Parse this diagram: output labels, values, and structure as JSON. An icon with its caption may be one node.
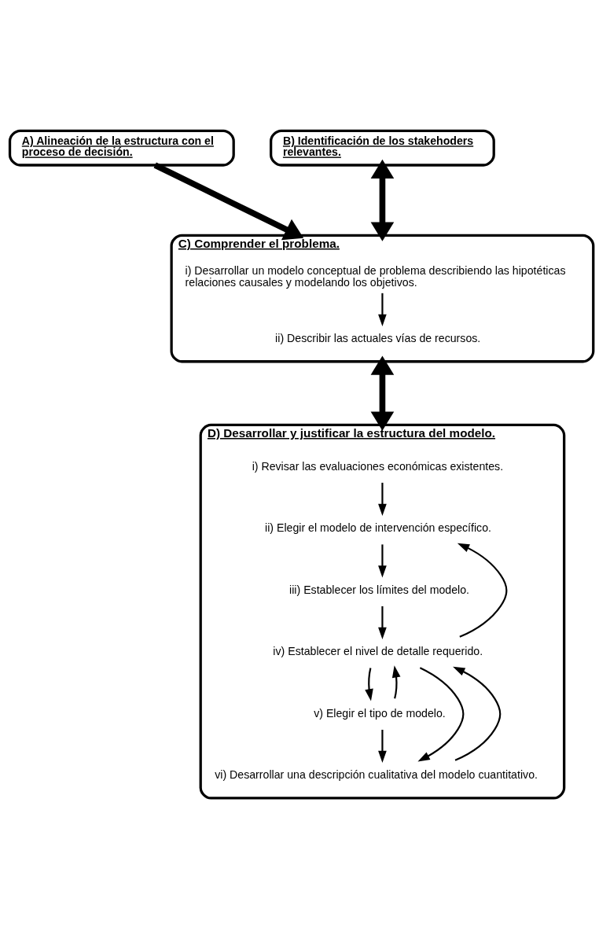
{
  "diagram": {
    "nodes": [
      {
        "text": [
          "A) Alineación de la estructura con el proceso de decisión."
        ]
      },
      {
        "text": [
          "B) Identificación de los stakehoders relevantes."
        ]
      },
      {
        "text": [
          "C) Comprender el problema."
        ]
      },
      {
        "text": [
          "i) Desarrollar un modelo conceptual de problema describiendo las hipotéticas relaciones causales y modelando los objetivos."
        ],
        "in": 2
      },
      {
        "text": [
          "ii) Describir las actuales vías de recursos."
        ],
        "in": 2
      },
      {
        "text": [
          "D) Desarrollar y justificar la estructura del modelo."
        ]
      },
      {
        "text": [
          "i) Revisar las evaluaciones económicas existentes."
        ],
        "in": 5
      },
      {
        "text": [
          "ii) Elegir el modelo de intervención específico."
        ],
        "in": 5
      },
      {
        "text": [
          "iii) Establecer los límites del modelo."
        ],
        "in": 5
      },
      {
        "text": [
          "iv) Establecer el nivel de detalle requerido."
        ],
        "in": 5
      },
      {
        "text": [
          "v) Elegir el tipo de modelo."
        ],
        "in": 5
      },
      {
        "text": [
          "vi) Desarrollar una descripción cualitativa del modelo cuantitativo."
        ],
        "in": 5
      }
    ],
    "edges": [
      {
        "from": 0,
        "to": 2,
        "arrow": "to",
        "style": "thick"
      },
      {
        "from": 1,
        "to": 2,
        "arrow": "both",
        "style": "thick"
      },
      {
        "from": 3,
        "to": 4,
        "arrow": "to"
      },
      {
        "from": 2,
        "to": 5,
        "arrow": "both",
        "style": "thick"
      },
      {
        "from": 6,
        "to": 7,
        "arrow": "to"
      },
      {
        "from": 7,
        "to": 8,
        "arrow": "to"
      },
      {
        "from": 8,
        "to": 9,
        "arrow": "to"
      },
      {
        "from": 9,
        "to": 10,
        "arrow": "to"
      },
      {
        "from": 10,
        "to": 11,
        "arrow": "to"
      },
      {
        "from": 9,
        "to": 7,
        "arrow": "to"
      },
      {
        "from": 10,
        "to": 9,
        "arrow": "to"
      },
      {
        "from": 11,
        "to": 9,
        "arrow": "to"
      },
      {
        "from": 9,
        "to": 11,
        "arrow": "to"
      }
    ]
  }
}
